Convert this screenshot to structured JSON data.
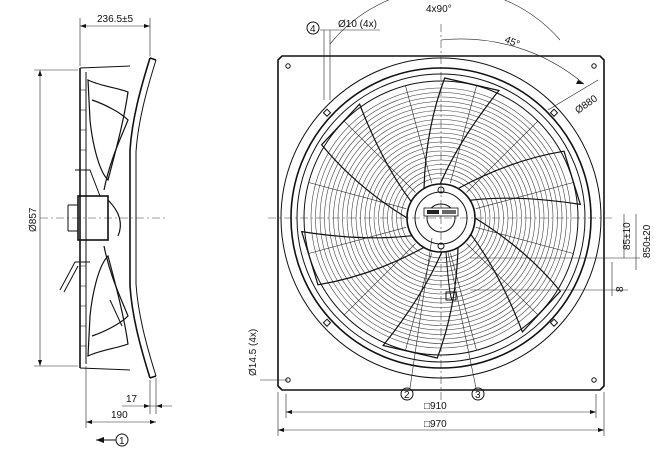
{
  "drawing": {
    "side_view": {
      "depth_label": "236.5±5",
      "diameter_label": "Ø857",
      "flange_label": "17",
      "overall_label": "190",
      "airflow_callout": "1"
    },
    "front_view": {
      "hole_count_label": "4x90°",
      "angle_label": "45°",
      "pitch_circle_label": "Ø880",
      "hole_label": "Ø10 (4x)",
      "mount_hole_label": "Ø14.5 (4x)",
      "spacing_label_a": "85±10",
      "spacing_label_b": "850±20",
      "small_dim_label": "8",
      "inner_width_label": "□910",
      "outer_width_label": "□970",
      "callout_2": "2",
      "callout_3": "3",
      "callout_4": "4"
    }
  }
}
